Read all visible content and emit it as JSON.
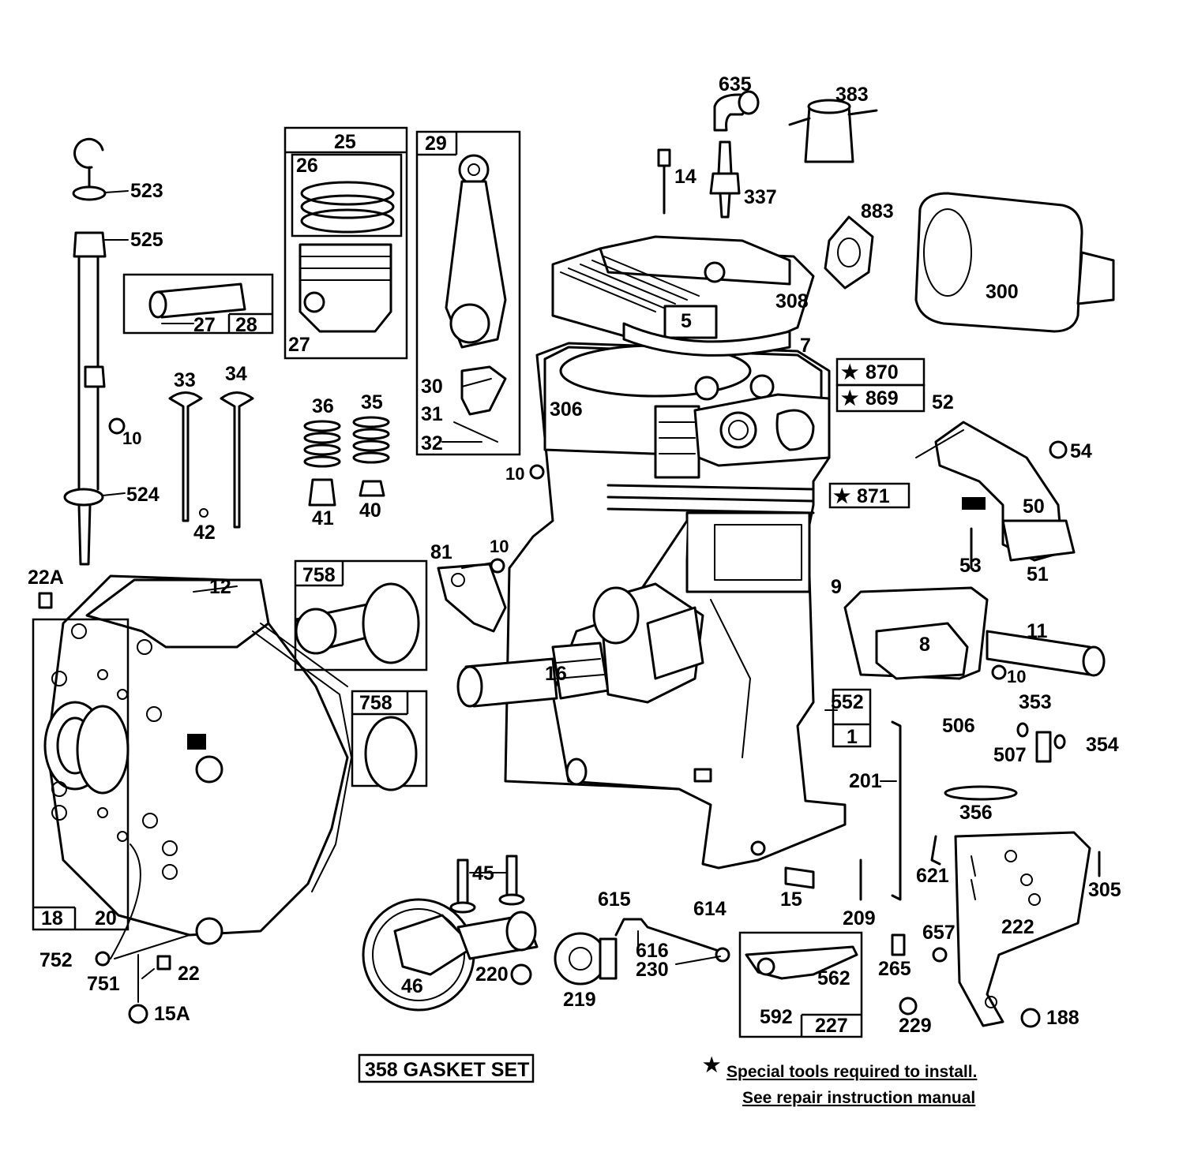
{
  "part_labels": {
    "p523": "523",
    "p525": "525",
    "p524": "524",
    "p10a": "10",
    "p10b": "10",
    "p10c": "10",
    "p10d": "10",
    "p22a": "22A",
    "p12": "12",
    "p18": "18",
    "p20": "20",
    "p752": "752",
    "p751": "751",
    "p22": "22",
    "p15a": "15A",
    "p27a": "27",
    "p28": "28",
    "p25": "25",
    "p26": "26",
    "p27b": "27",
    "p29": "29",
    "p30": "30",
    "p31": "31",
    "p32": "32",
    "p33": "33",
    "p34": "34",
    "p42": "42",
    "p36": "36",
    "p35": "35",
    "p41": "41",
    "p40": "40",
    "p758a": "758",
    "p758b": "758",
    "p81": "81",
    "p16": "16",
    "p46": "46",
    "p45": "45",
    "p220": "220",
    "p219": "219",
    "p615": "615",
    "p614": "614",
    "p616": "616",
    "p230": "230",
    "p562": "562",
    "p592": "592",
    "p227": "227",
    "p635": "635",
    "p383": "383",
    "p14": "14",
    "p337": "337",
    "p883": "883",
    "p300": "300",
    "p308": "308",
    "p5": "5",
    "p7": "7",
    "p306": "306",
    "p870": "870",
    "p869": "869",
    "p52": "52",
    "p871": "871",
    "p54": "54",
    "p50": "50",
    "p53": "53",
    "p51": "51",
    "p9": "9",
    "p8": "8",
    "p11": "11",
    "p552": "552",
    "p1": "1",
    "p201": "201",
    "p353": "353",
    "p506": "506",
    "p507": "507",
    "p354": "354",
    "p356": "356",
    "p621": "621",
    "p305": "305",
    "p222": "222",
    "p657": "657",
    "p265": "265",
    "p229": "229",
    "p188": "188",
    "p15": "15",
    "p209": "209"
  },
  "gasket_set_label": "358 GASKET SET",
  "footnote": {
    "star": "★",
    "line1": "Special tools required to install.",
    "line2": "See repair instruction manual"
  },
  "star_symbol": "★"
}
